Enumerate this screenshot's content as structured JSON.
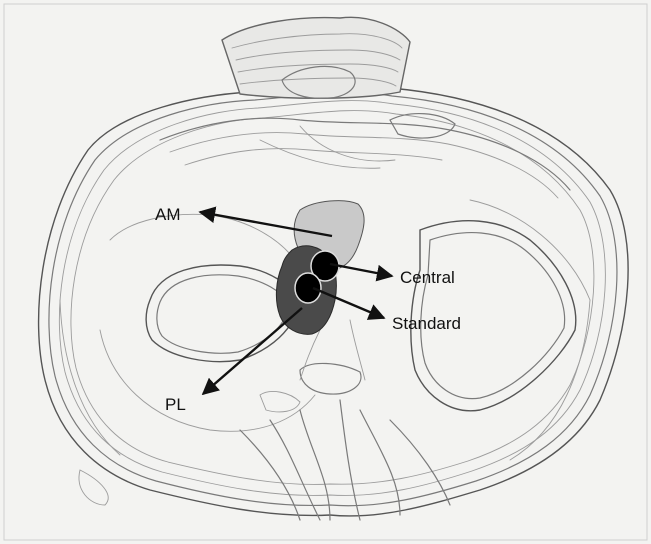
{
  "labels": {
    "am": "AM",
    "pl": "PL",
    "central": "Central",
    "standard": "Standard"
  },
  "colors": {
    "background": "#f3f3f1",
    "page": "#ffffff",
    "am_footprint": "#c9c9c9",
    "pl_footprint": "#4a4a4a",
    "tunnel_marker": "#000000",
    "arrow": "#111111"
  }
}
